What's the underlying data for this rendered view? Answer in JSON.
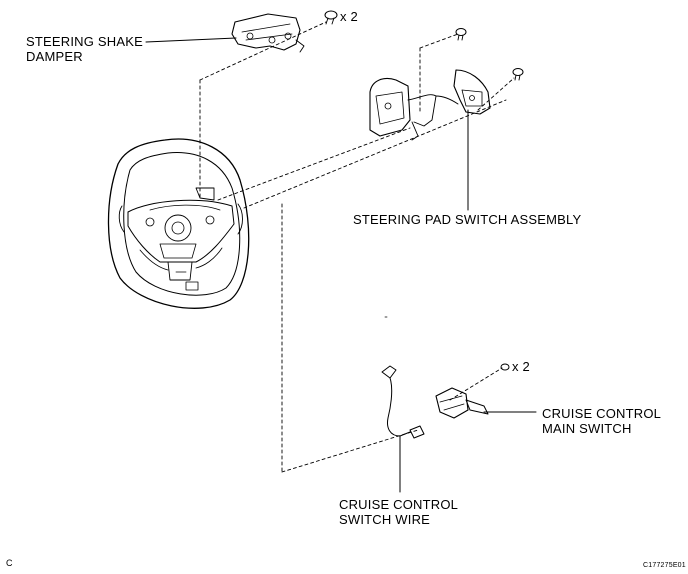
{
  "labels": {
    "steering_shake_damper": [
      "STEERING SHAKE",
      "DAMPER"
    ],
    "steering_pad_switch_assembly": "STEERING PAD SWITCH ASSEMBLY",
    "cruise_control_main_switch": [
      "CRUISE CONTROL",
      "MAIN SWITCH"
    ],
    "cruise_control_switch_wire": [
      "CRUISE CONTROL",
      "SWITCH WIRE"
    ]
  },
  "quantities": {
    "damper_screws": "x 2",
    "main_switch_screws": "x 2"
  },
  "corner": {
    "left": "C",
    "right": "C177275E01"
  }
}
